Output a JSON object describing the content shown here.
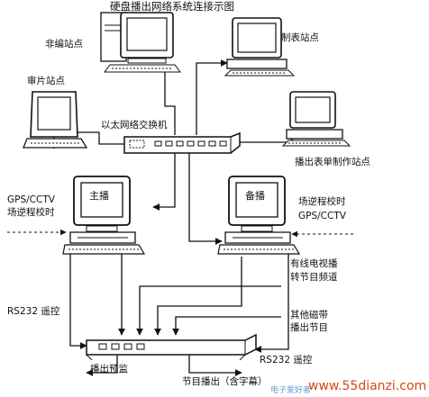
{
  "title": "硬盘播出网络系统连接示图",
  "stations": {
    "non_linear_edit": "非编站点",
    "tabulation": "制表站点",
    "review": "审片站点",
    "playlist_making": "播出表单制作站点"
  },
  "switch_label": "以太网络交换机",
  "main_screen": "主播",
  "backup_screen": "备播",
  "gps_left_line1": "GPS/CCTV",
  "gps_left_line2": "场逆程校时",
  "gps_right_line1": "场逆程校时",
  "gps_right_line2": "GPS/CCTV",
  "cable_line1": "有线电视播",
  "cable_line2": "转节目频道",
  "tape_line1": "其他磁带",
  "tape_line2": "播出节目",
  "rs232_left": "RS232 遥控",
  "rs232_right": "RS232 遥控",
  "preview_output": "播出预监",
  "program_output": "节目播出（含字幕）",
  "watermark_main": "www.55dianzi.com",
  "watermark_small": "电子爱好者"
}
